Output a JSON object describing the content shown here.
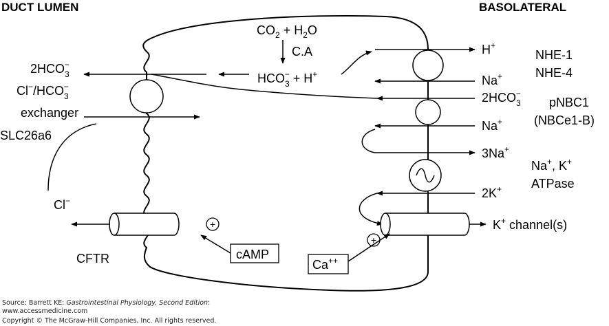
{
  "headers": {
    "lumen": "DUCT LUMEN",
    "basolateral": "BASOLATERAL"
  },
  "reaction": {
    "co2": "CO",
    "co2_sub": "2",
    "plus_h2o": " + H",
    "h2o_sub": "2",
    "h2o_o": "O",
    "ca": "C.A",
    "hco3": "HCO",
    "hco3_sub": "3",
    "hco3_sup": "−",
    "plus_h": " + H",
    "h_sup": "+"
  },
  "lumen_labels": {
    "twohco3": "2HCO",
    "twohco3_sub": "3",
    "twohco3_sup": "−",
    "cl_hco3_a": "Cl",
    "cl_hco3_a_sup": "−",
    "cl_hco3_b": "/HCO",
    "cl_hco3_b_sub": "3",
    "cl_hco3_b_sup": "−",
    "exchanger": "exchanger",
    "slc": "SLC26a6",
    "cl": "Cl",
    "cl_sup": "−",
    "cftr": "CFTR",
    "camp": "cAMP",
    "plus": "+"
  },
  "baso_labels": {
    "h": "H",
    "h_sup": "+",
    "na1": "Na",
    "na1_sup": "+",
    "twohco3": "2HCO",
    "twohco3_sub": "3",
    "twohco3_sup": "−",
    "na2": "Na",
    "na2_sup": "+",
    "threena": "3Na",
    "threena_sup": "+",
    "twok": "2K",
    "twok_sup": "+",
    "kchannel_k": "K",
    "kchannel_sup": "+",
    "kchannel_rest": " channel(s)",
    "ca": "Ca",
    "ca_sup": "++",
    "plus": "+",
    "nhe1": "NHE-1",
    "nhe4": "NHE-4",
    "pnbc1": "pNBC1",
    "nbce1b": "(NBCe1-B)",
    "nak_a": "Na",
    "nak_a_sup": "+",
    "nak_b": ", K",
    "nak_b_sup": "+",
    "atpase": "ATPase"
  },
  "source": {
    "line1_a": "Source: Barrett KE: ",
    "line1_b": "Gastrointestinal Physiology, Second Edition",
    "line1_c": ":",
    "line2": "www.accessmedicine.com",
    "line3": "Copyright © The McGraw-Hill Companies, Inc. All rights reserved."
  }
}
